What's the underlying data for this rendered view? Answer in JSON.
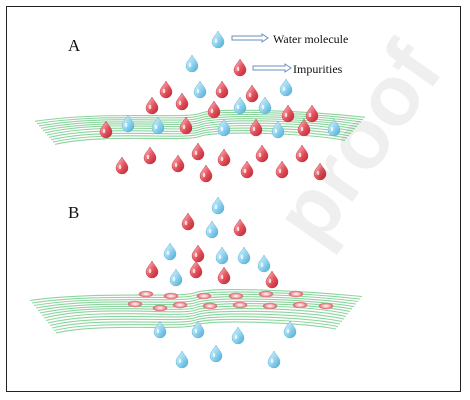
{
  "panels": [
    {
      "label": "A"
    },
    {
      "label": "B"
    }
  ],
  "legend": {
    "water": {
      "text": "Water molecule",
      "color": "#8fd2ee"
    },
    "impurity": {
      "text": "Impurities",
      "color": "#e4535e"
    }
  },
  "membrane_color": "#7fcf94",
  "pore_color": "#e47a82",
  "watermark": "proof"
}
